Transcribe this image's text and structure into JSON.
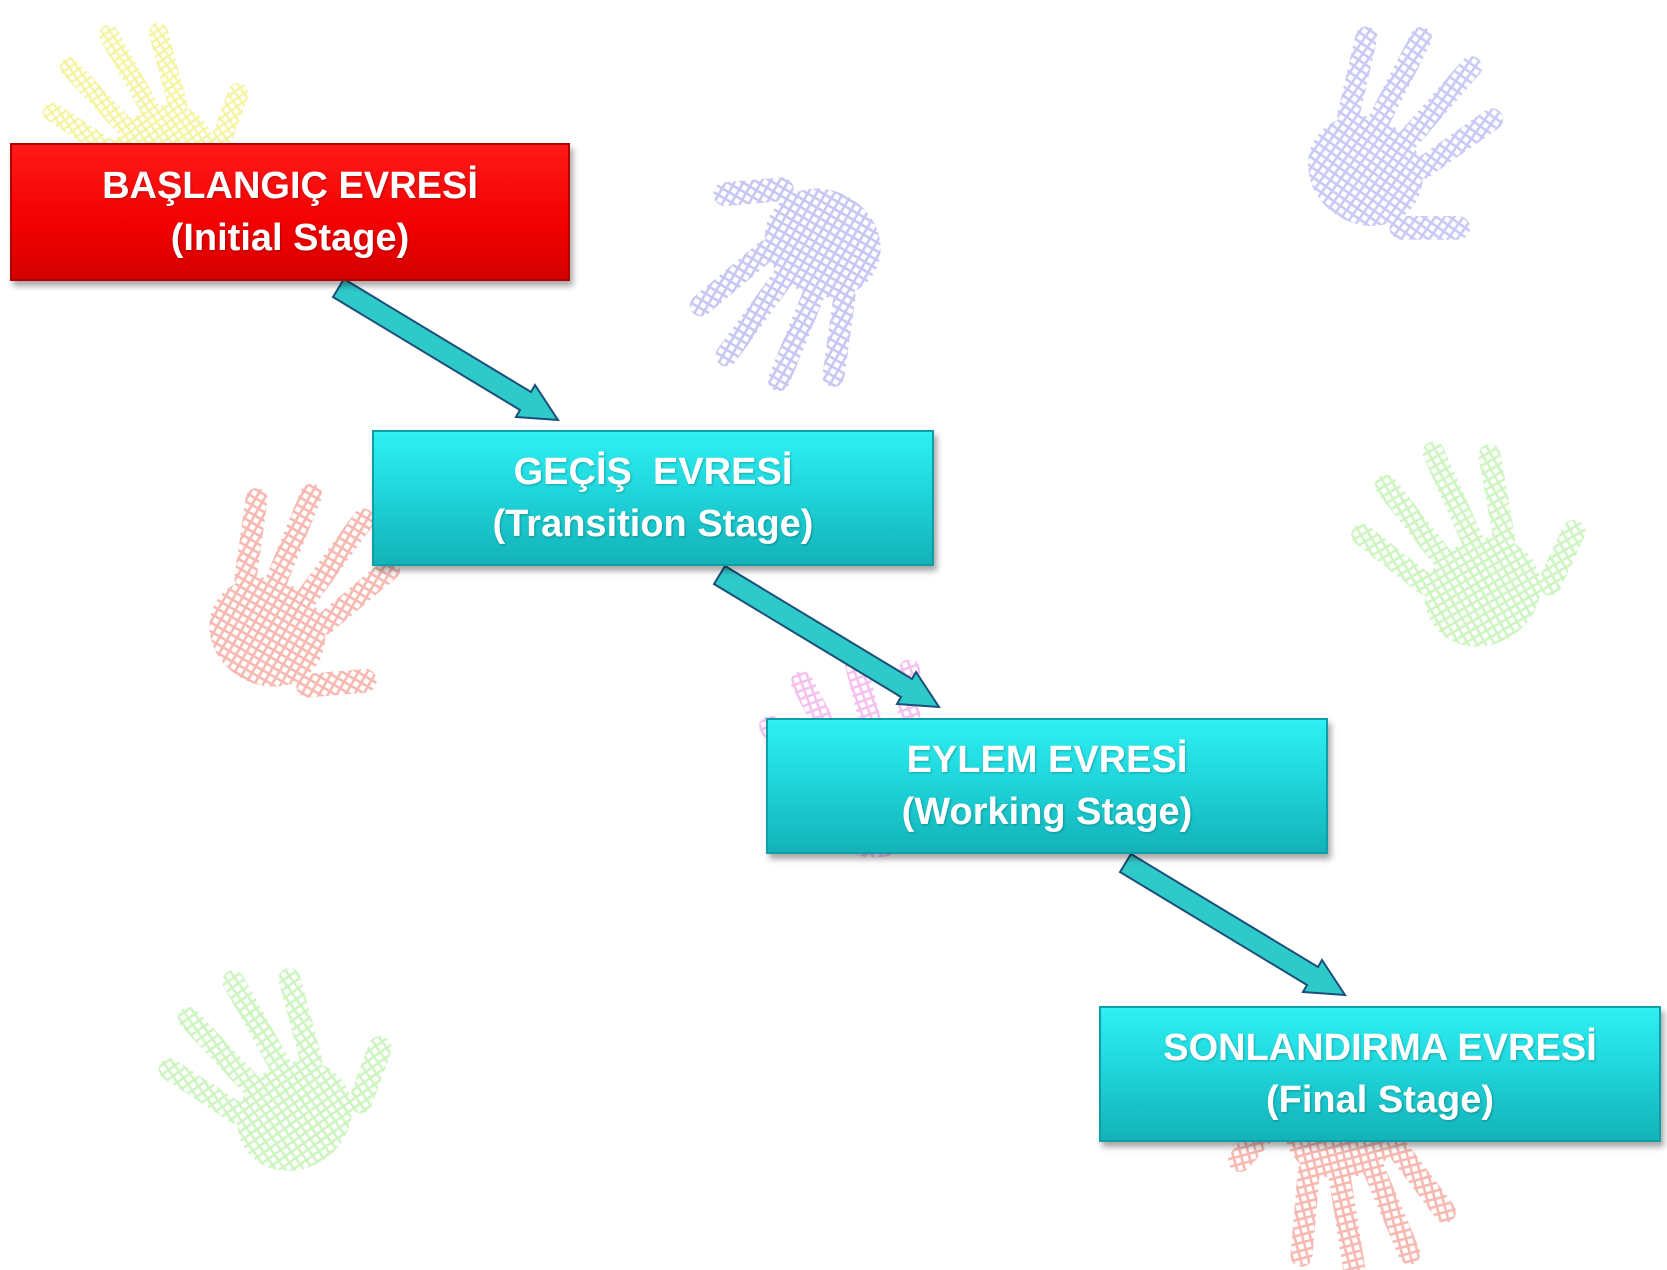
{
  "diagram": {
    "stages": [
      {
        "line1": "BAŞLANGIÇ EVRESİ",
        "line2": "(Initial Stage)"
      },
      {
        "line1": "GEÇİŞ  EVRESİ",
        "line2": "(Transition Stage)"
      },
      {
        "line1": "EYLEM EVRESİ",
        "line2": "(Working Stage)"
      },
      {
        "line1": "SONLANDIRMA EVRESİ",
        "line2": "(Final Stage)"
      }
    ],
    "colors": {
      "first_stage": "#f20000",
      "other_stages": "#1fd6db",
      "arrow": "#2ec9c9",
      "arrow_outline": "#1a4f7a"
    },
    "decorations": [
      {
        "icon": "handprint-icon",
        "color": "#f4f4a0"
      },
      {
        "icon": "handprint-icon",
        "color": "#c8c6f2"
      },
      {
        "icon": "handprint-icon",
        "color": "#c9c9f5"
      },
      {
        "icon": "handprint-icon",
        "color": "#f6b8b0"
      },
      {
        "icon": "handprint-icon",
        "color": "#cdf5c0"
      },
      {
        "icon": "handprint-icon",
        "color": "#f5c0f0"
      },
      {
        "icon": "handprint-icon",
        "color": "#cdf5c0"
      },
      {
        "icon": "handprint-icon",
        "color": "#f6b8b0"
      }
    ]
  }
}
